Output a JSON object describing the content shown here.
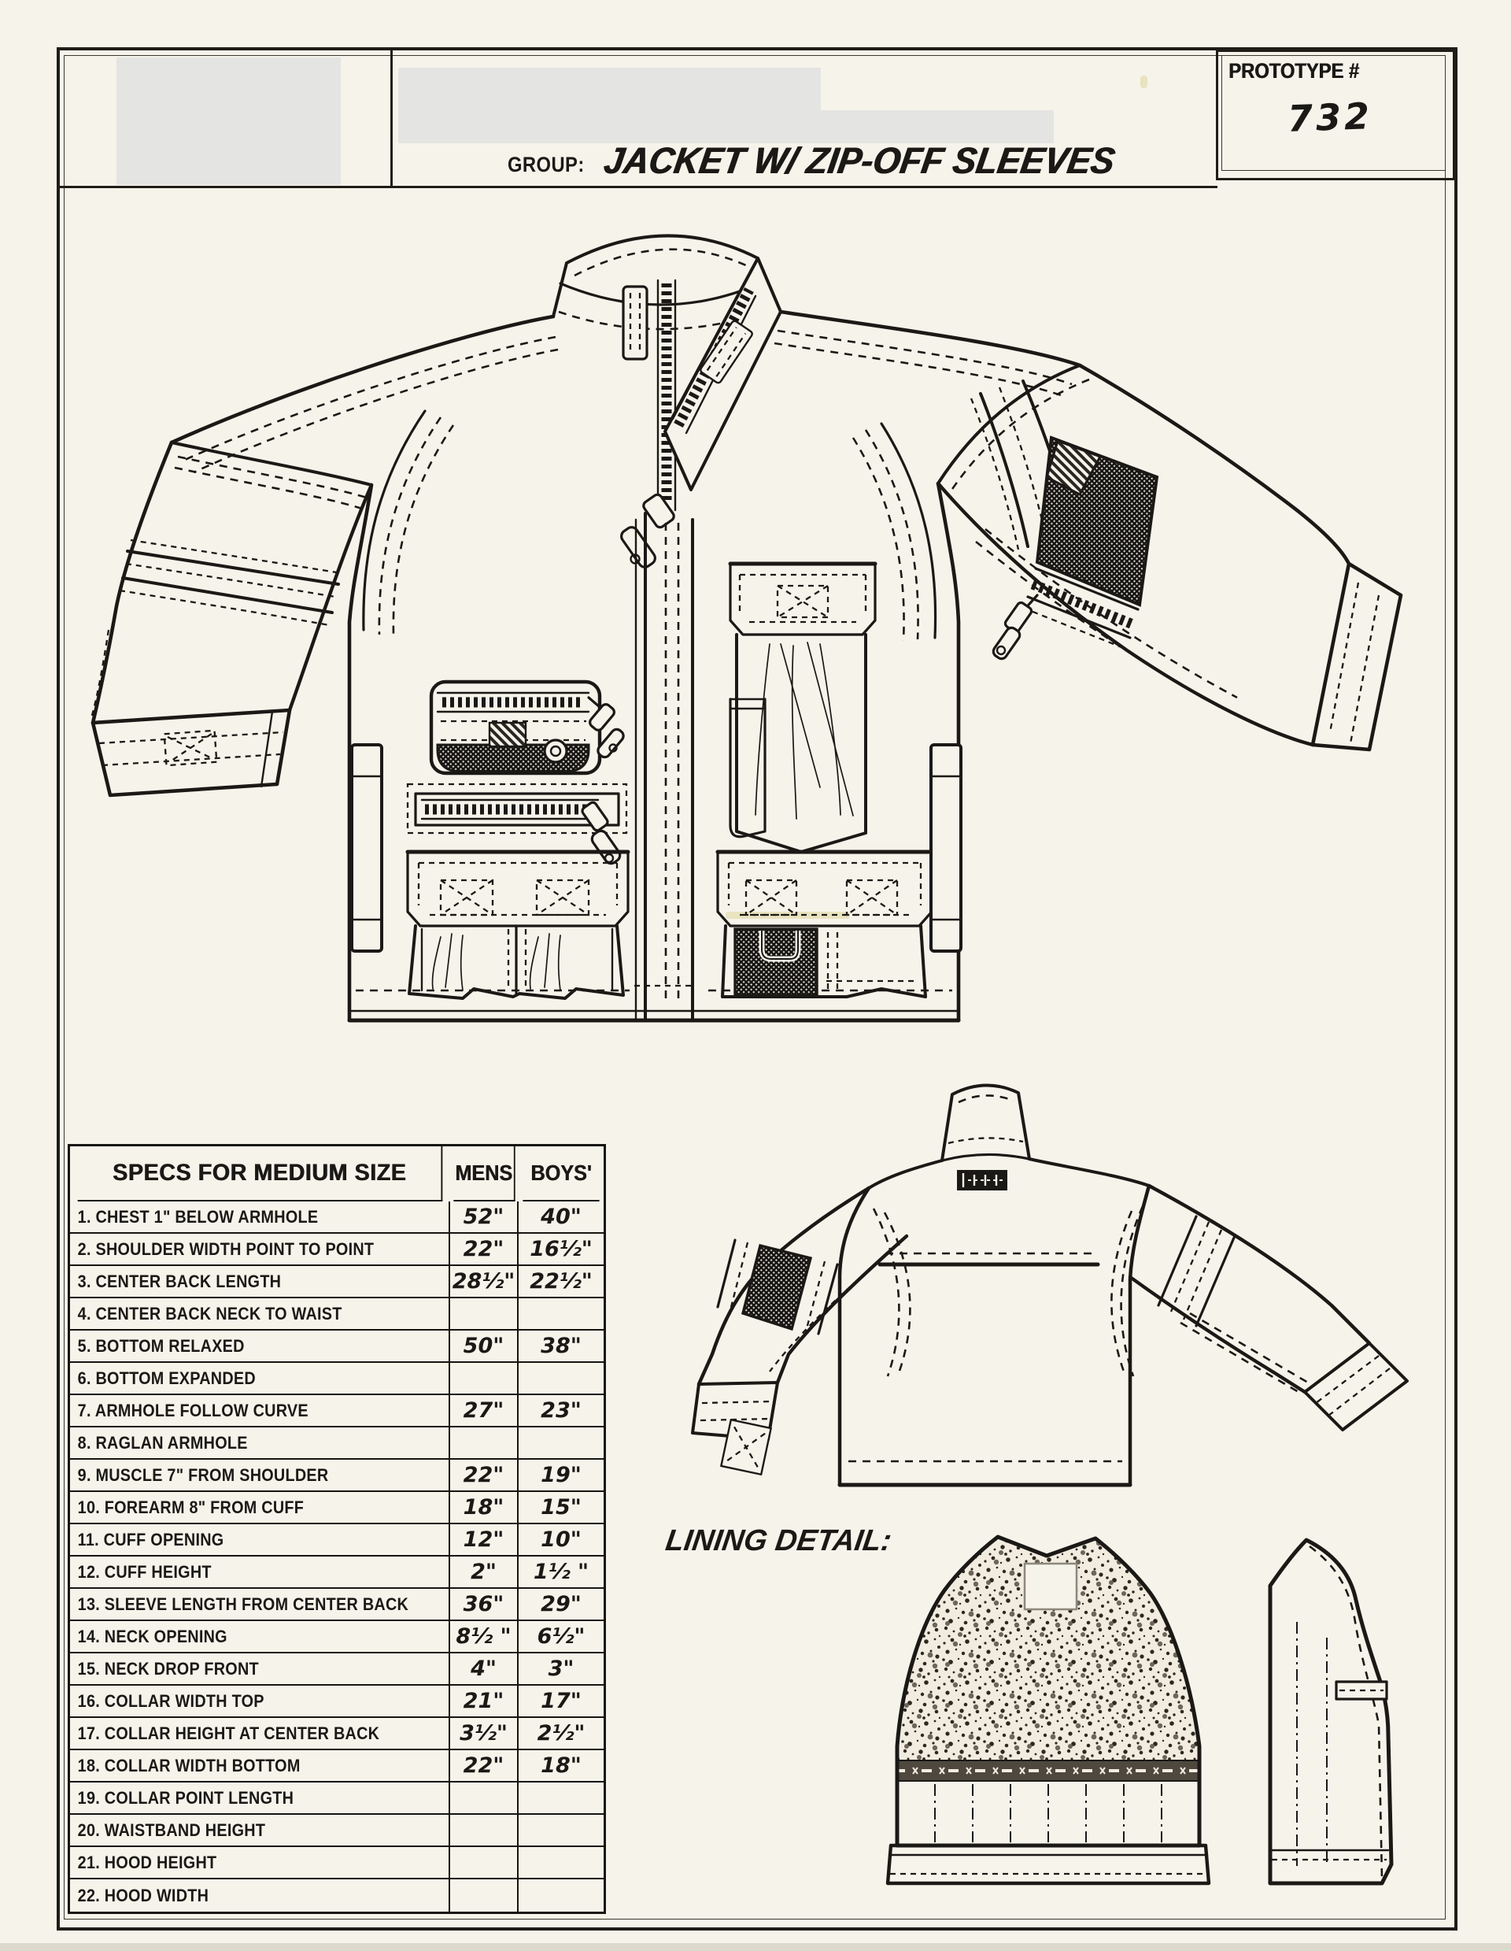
{
  "page": {
    "paper_color": "#f6f3ea",
    "ink_color": "#1b1916",
    "redaction_color": "#e4e4e2"
  },
  "header": {
    "group_label": "GROUP:",
    "group_title": "JACKET W/ ZIP-OFF SLEEVES",
    "prototype_label": "PROTOTYPE #",
    "prototype_number": "732"
  },
  "drawings": {
    "front_view": "jacket-front-technical-flat",
    "back_view": "jacket-back-technical-flat",
    "lining_label": "LINING DETAIL:"
  },
  "specs_table": {
    "title": "SPECS FOR MEDIUM SIZE",
    "columns": [
      "MENS",
      "BOYS'"
    ],
    "rows": [
      {
        "label": "1. CHEST 1\" BELOW ARMHOLE",
        "mens": "52\"",
        "boys": "40\""
      },
      {
        "label": "2. SHOULDER WIDTH POINT TO POINT",
        "mens": "22\"",
        "boys": "16½\""
      },
      {
        "label": "3. CENTER BACK LENGTH",
        "mens": "28½\"",
        "boys": "22½\""
      },
      {
        "label": "4. CENTER BACK NECK TO WAIST",
        "mens": "",
        "boys": ""
      },
      {
        "label": "5. BOTTOM RELAXED",
        "mens": "50\"",
        "boys": "38\""
      },
      {
        "label": "6. BOTTOM EXPANDED",
        "mens": "",
        "boys": ""
      },
      {
        "label": "7. ARMHOLE FOLLOW CURVE",
        "mens": "27\"",
        "boys": "23\""
      },
      {
        "label": "8. RAGLAN ARMHOLE",
        "mens": "",
        "boys": ""
      },
      {
        "label": "9. MUSCLE 7\" FROM SHOULDER",
        "mens": "22\"",
        "boys": "19\""
      },
      {
        "label": "10. FOREARM 8\" FROM CUFF",
        "mens": "18\"",
        "boys": "15\""
      },
      {
        "label": "11. CUFF OPENING",
        "mens": "12\"",
        "boys": "10\""
      },
      {
        "label": "12. CUFF HEIGHT",
        "mens": "2\"",
        "boys": "1½ \""
      },
      {
        "label": "13. SLEEVE LENGTH FROM CENTER BACK",
        "mens": "36\"",
        "boys": "29\""
      },
      {
        "label": "14. NECK OPENING",
        "mens": "8½ \"",
        "boys": "6½\""
      },
      {
        "label": "15. NECK DROP FRONT",
        "mens": "4\"",
        "boys": "3\""
      },
      {
        "label": "16. COLLAR WIDTH TOP",
        "mens": "21\"",
        "boys": "17\""
      },
      {
        "label": "17. COLLAR HEIGHT AT CENTER BACK",
        "mens": "3½\"",
        "boys": "2½\""
      },
      {
        "label": "18. COLLAR WIDTH BOTTOM",
        "mens": "22\"",
        "boys": "18\""
      },
      {
        "label": "19. COLLAR POINT LENGTH",
        "mens": "",
        "boys": ""
      },
      {
        "label": "20. WAISTBAND HEIGHT",
        "mens": "",
        "boys": ""
      },
      {
        "label": "21. HOOD HEIGHT",
        "mens": "",
        "boys": ""
      },
      {
        "label": "22. HOOD WIDTH",
        "mens": "",
        "boys": ""
      }
    ]
  }
}
